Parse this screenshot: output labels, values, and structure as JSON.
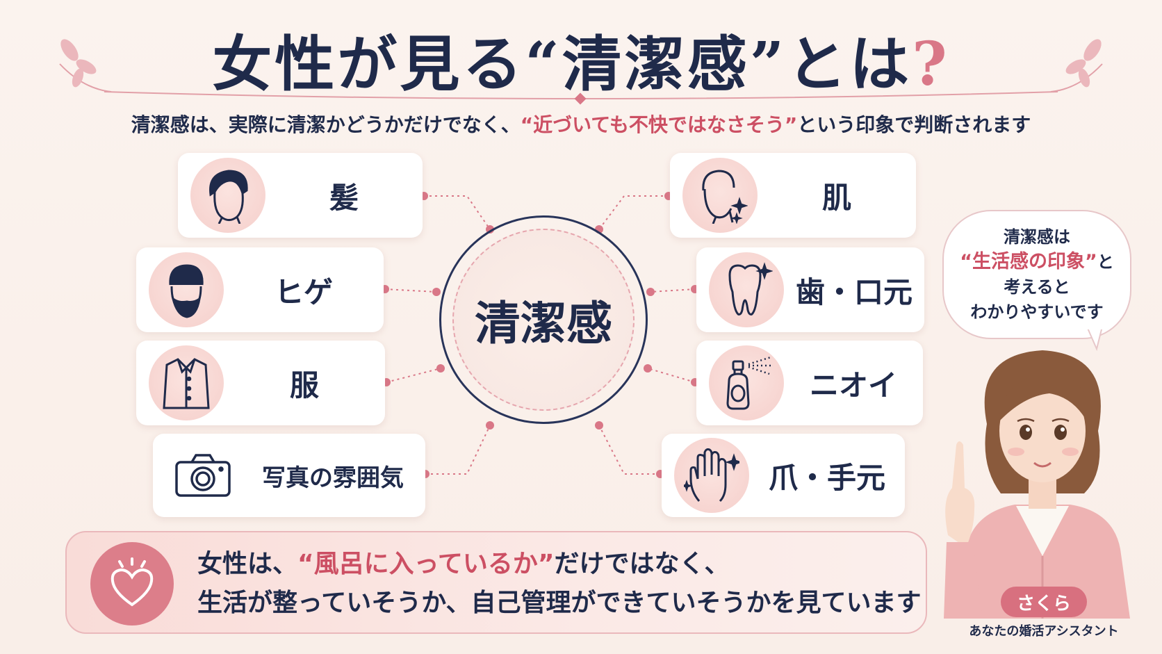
{
  "title": {
    "prefix": "女性が見る",
    "highlight": "“清潔感”",
    "suffix": "とは",
    "mark": "?"
  },
  "subtitle": {
    "before": "清潔感は、実際に清潔かどうかだけでなく、",
    "accent": "“近づいても不快ではなさそう”",
    "after": "という印象で判断されます"
  },
  "center": {
    "label": "清潔感"
  },
  "items": {
    "hair": {
      "label": "髪",
      "icon": "hair-head-icon"
    },
    "beard": {
      "label": "ヒゲ",
      "icon": "beard-face-icon"
    },
    "clothes": {
      "label": "服",
      "icon": "shirt-icon"
    },
    "photo": {
      "label": "写真の雰囲気",
      "icon": "camera-icon"
    },
    "skin": {
      "label": "肌",
      "icon": "skin-face-icon"
    },
    "teeth": {
      "label": "歯・口元",
      "icon": "tooth-icon"
    },
    "smell": {
      "label": "ニオイ",
      "icon": "perfume-bottle-icon"
    },
    "nails": {
      "label": "爪・手元",
      "icon": "hand-icon"
    }
  },
  "bubble": {
    "line1": "清潔感は",
    "accent": "“生活感の印象”",
    "accent_suffix": "と",
    "line3": "考えると",
    "line4": "わかりやすいです"
  },
  "bottom": {
    "line1_before": "女性は、",
    "line1_accent": "“風呂に入っているか”",
    "line1_after": "だけではなく、",
    "line2": "生活が整っていそうか、自己管理ができていそうかを見ています",
    "icon": "heart-icon"
  },
  "assistant": {
    "name": "さくら",
    "role": "あなたの婚活アシスタント",
    "icon": "assistant-avatar"
  },
  "colors": {
    "navy": "#1f2a4a",
    "accent": "#cc4f63",
    "pink": "#d8707f",
    "icon_bg": "#f5cfcb"
  }
}
